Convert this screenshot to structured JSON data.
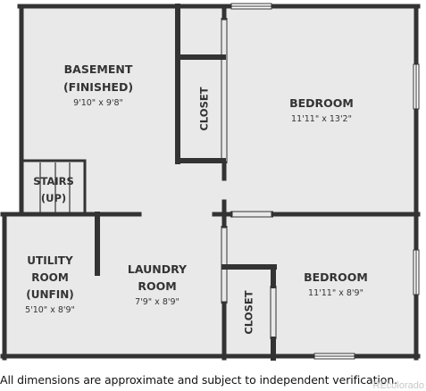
{
  "rooms": [
    {
      "name_line1": "BASEMENT",
      "name_line2": "(FINISHED)",
      "dims": "9'10\" x 9'8\""
    },
    {
      "name_line1": "BEDROOM",
      "dims": "11'11\" x 13'2\""
    },
    {
      "name_line1": "STAIRS",
      "name_line2": "(UP)"
    },
    {
      "name_line1": "UTILITY",
      "name_line2": "ROOM",
      "name_line3": "(UNFIN)",
      "dims": "5'10\" x 8'9\""
    },
    {
      "name_line1": "LAUNDRY",
      "name_line2": "ROOM",
      "dims": "7'9\" x 8'9\""
    },
    {
      "name_line1": "BEDROOM",
      "dims": "11'11\" x 8'9\""
    }
  ],
  "closets": [
    {
      "label": "CLOSET"
    },
    {
      "label": "CLOSET"
    }
  ],
  "disclaimer": "All dimensions are approximate and subject to independent verification.",
  "watermark": "REcolorado",
  "colors": {
    "floor": "#e9e9e9",
    "wall": "#333333",
    "text": "#333333"
  }
}
